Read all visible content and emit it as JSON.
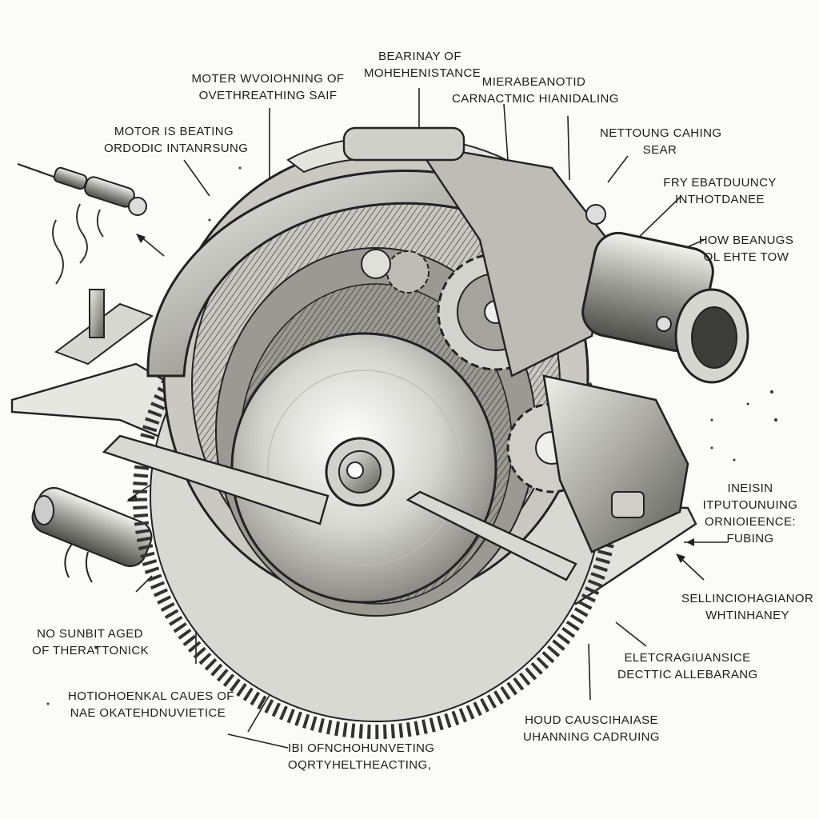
{
  "diagram": {
    "labels": [
      {
        "id": "bearing-resistance",
        "lines": [
          "BEARINAY OF",
          "MOHEHENISTANCE"
        ]
      },
      {
        "id": "motor-overheating",
        "lines": [
          "MOTER WVOIOHNING OF",
          "OVETHREATHING SAIF"
        ]
      },
      {
        "id": "characteristic-handling",
        "lines": [
          "MIERABEANOTID",
          "CARNACTMIC HIANIDALING"
        ]
      },
      {
        "id": "motor-beating",
        "lines": [
          "MOTOR IS BEATING",
          "ORDODIC INTANRSUNG"
        ]
      },
      {
        "id": "housing-gear",
        "lines": [
          "NETTOUNG CAHING",
          "SEAR"
        ]
      },
      {
        "id": "durability-resistance",
        "lines": [
          "FRY EBATDUUNCY",
          "INTHOTDANEE"
        ]
      },
      {
        "id": "bearings-tow",
        "lines": [
          "HOW BEANUGS",
          "OL EHTE TOW"
        ]
      },
      {
        "id": "orientation-fitting",
        "lines": [
          "INEISIN",
          "ITPUTOUNUING",
          "ORNIOIEENCE:",
          "FUBING"
        ]
      },
      {
        "id": "selection-maintenance",
        "lines": [
          "SELLINCIOHAGIANOR",
          "WHTINHANEY"
        ]
      },
      {
        "id": "dielectric-bearing",
        "lines": [
          "ELETCRAGIUANSICE",
          "DECTTIC ALLEBARANG"
        ]
      },
      {
        "id": "causes-bearing",
        "lines": [
          "HOUD CAUSCIHAIASE",
          "UHANNING CADRUING"
        ]
      },
      {
        "id": "overheated-motor",
        "lines": [
          "NO SUNBIT AGED",
          "OF THERATTONICK"
        ]
      },
      {
        "id": "mechanical-causes",
        "lines": [
          "HOTIOHOENKAL CAUES OF",
          "NAE OKATEHDNUVIETICE"
        ]
      },
      {
        "id": "overheating-mounting",
        "lines": [
          "IBI OFNCHOHUNVETING",
          "OQRTYHELTHEACTING,"
        ]
      }
    ]
  }
}
